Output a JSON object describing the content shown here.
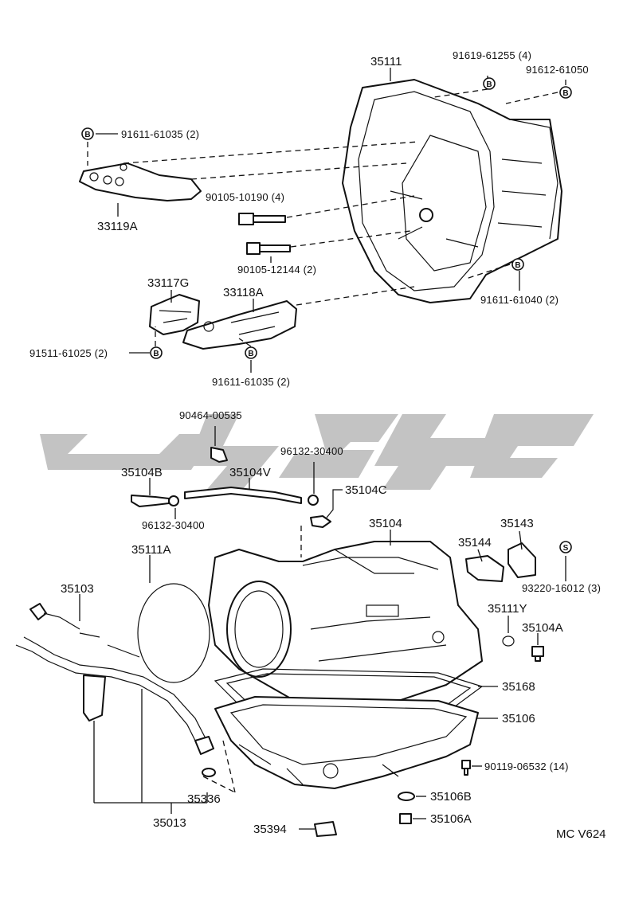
{
  "colors": {
    "ink": "#111111",
    "watermark": "#bdbdbd",
    "paper": "#ffffff"
  },
  "badges": {
    "b": "B",
    "s": "S"
  },
  "labels": {
    "p35111": "35111",
    "p91619": "91619-61255 (4)",
    "p91612": "91612-61050",
    "p91611a": "91611-61035 (2)",
    "p33119A": "33119A",
    "p90105a": "90105-10190 (4)",
    "p90105b": "90105-12144 (2)",
    "p91611b": "91611-61040 (2)",
    "p33117G": "33117G",
    "p33118A": "33118A",
    "p91511": "91511-61025 (2)",
    "p91611c": "91611-61035 (2)",
    "p90464": "90464-00535",
    "p96132a": "96132-30400",
    "p35104B": "35104B",
    "p35104V": "35104V",
    "p35104C": "35104C",
    "p96132b": "96132-30400",
    "p35104": "35104",
    "p35143": "35143",
    "p35144": "35144",
    "p93220": "93220-16012 (3)",
    "p35111A": "35111A",
    "p35103": "35103",
    "p35111Y": "35111Y",
    "p35104A": "35104A",
    "p35168": "35168",
    "p35106": "35106",
    "p90119": "90119-06532 (14)",
    "p35106B": "35106B",
    "p35106A": "35106A",
    "p35336": "35336",
    "p35013": "35013",
    "p35394": "35394",
    "code": "MC V624"
  }
}
